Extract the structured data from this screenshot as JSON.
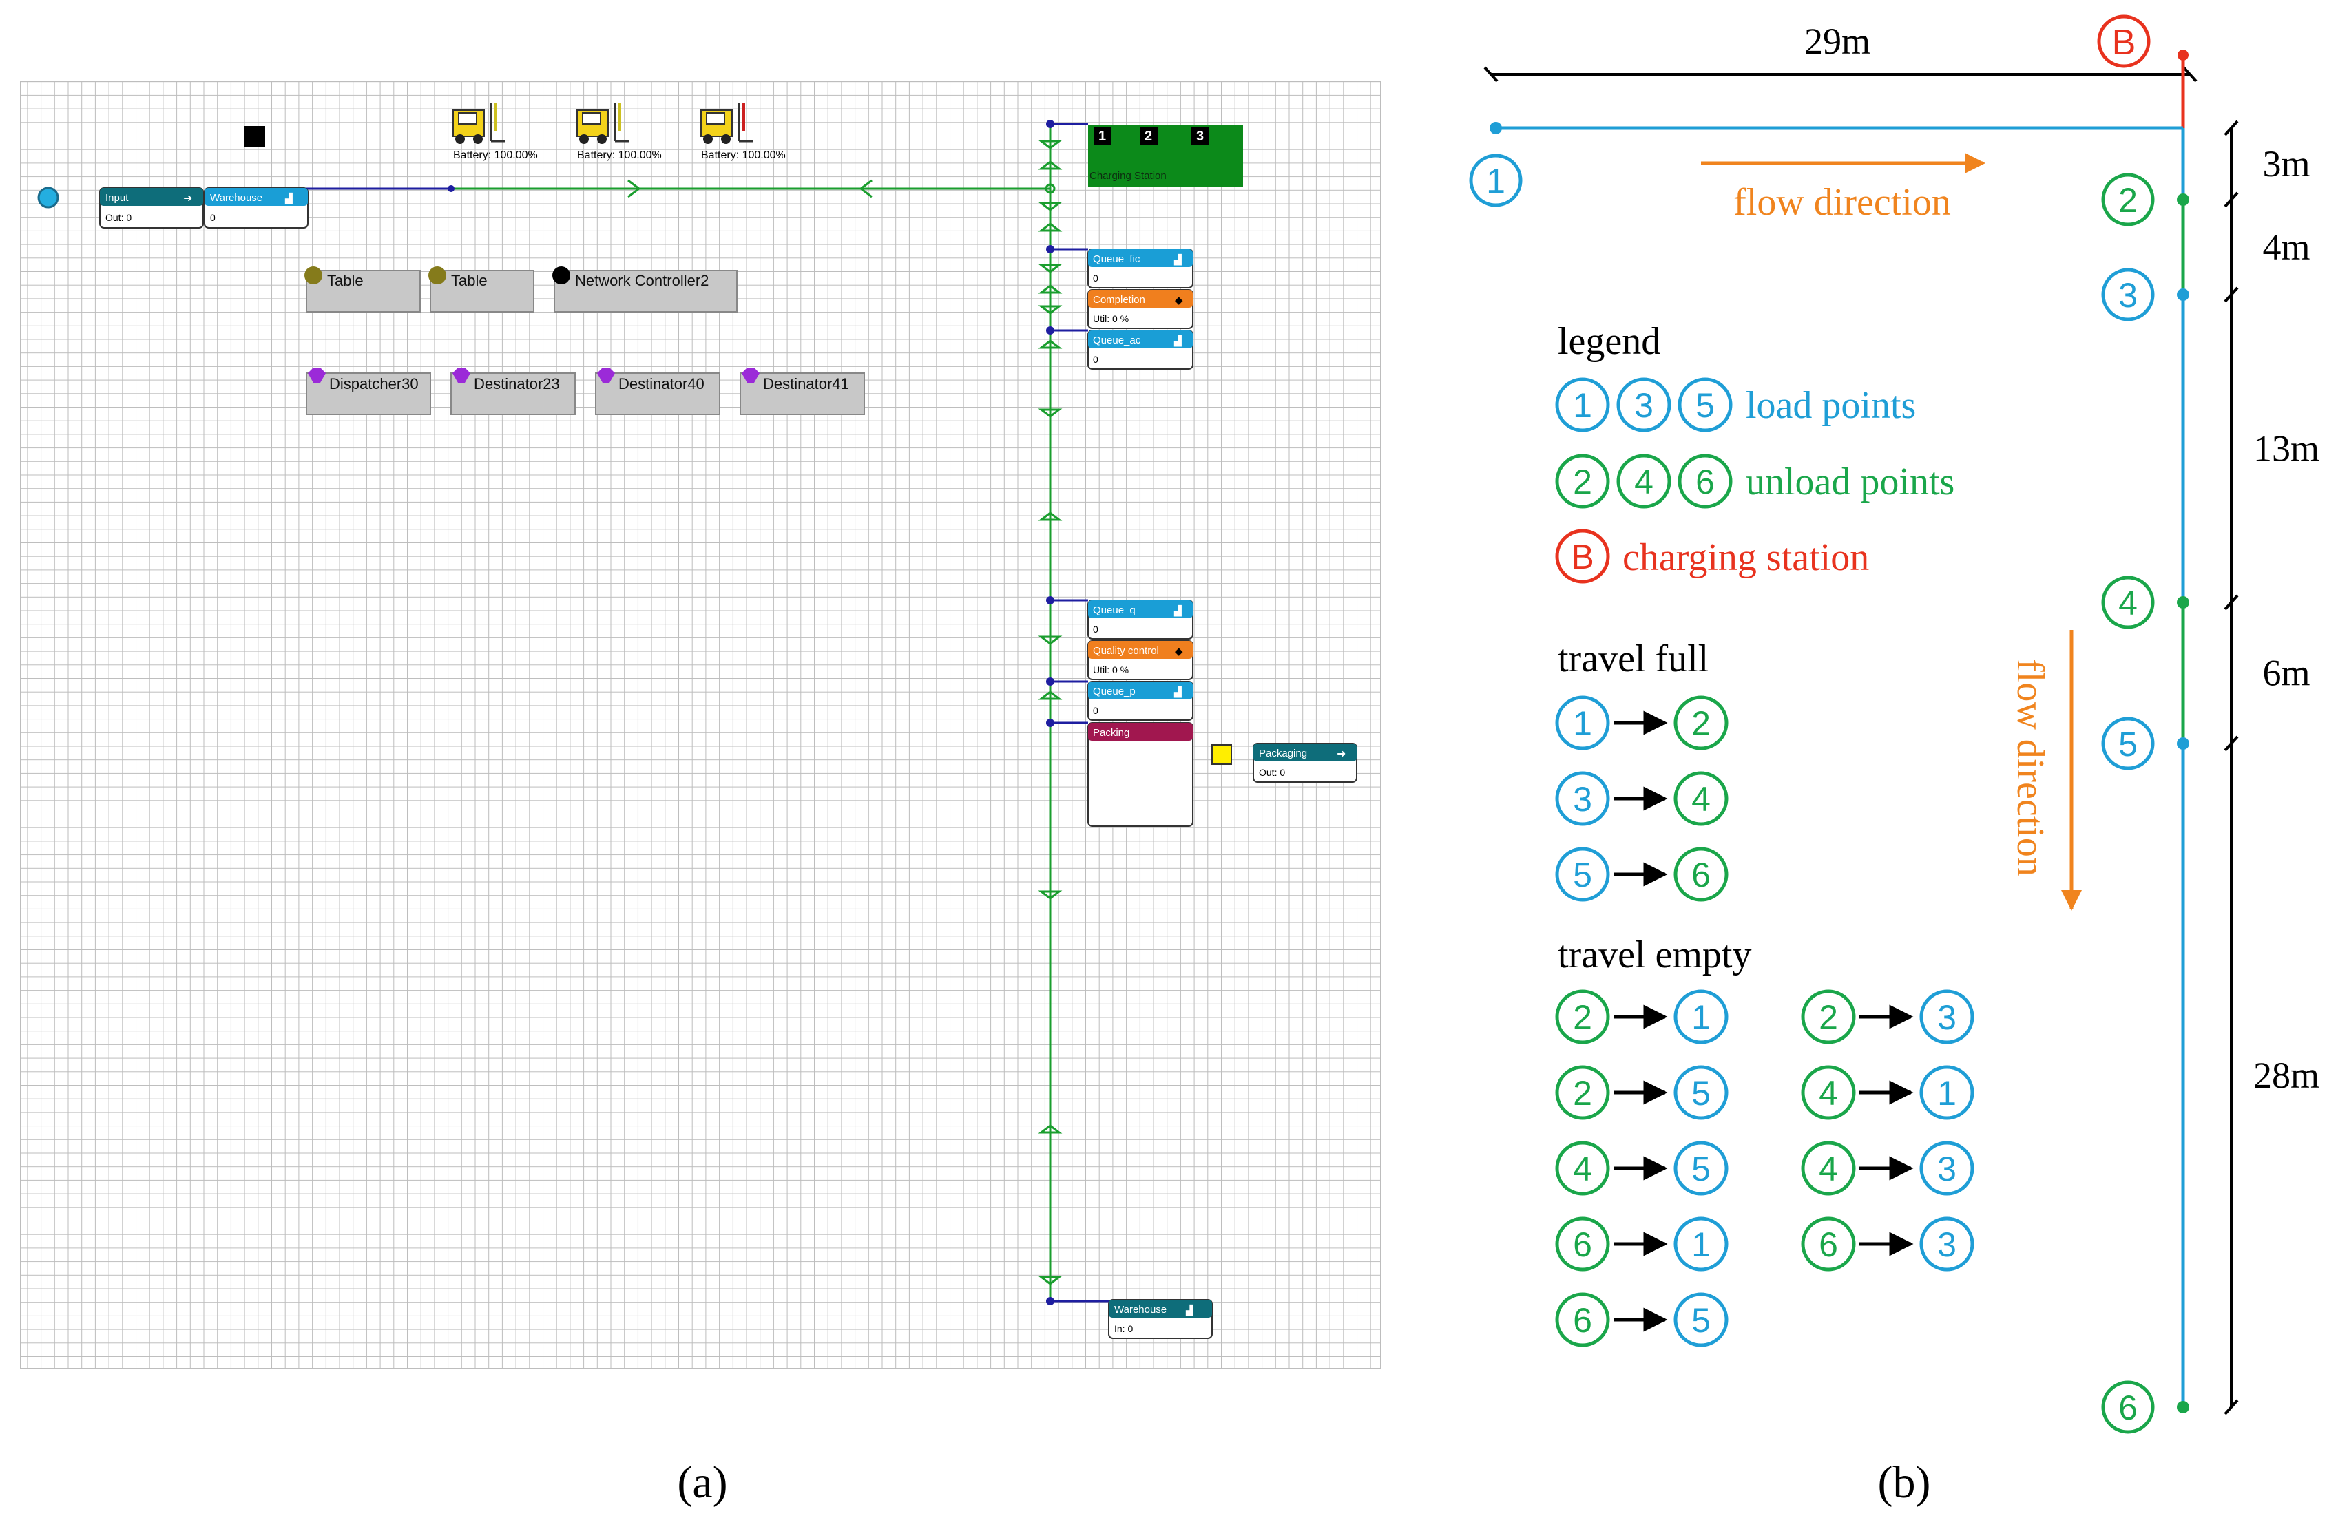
{
  "panel_a": {
    "caption": "(a)",
    "forklifts": [
      {
        "battery": "Battery: 100.00%",
        "color": "#ccc020"
      },
      {
        "battery": "Battery: 100.00%",
        "color": "#ccc020"
      },
      {
        "battery": "Battery: 100.00%",
        "color": "#cc2020"
      }
    ],
    "input_node": {
      "title": "Input",
      "value": "Out: 0"
    },
    "warehouse_in_node": {
      "title": "Warehouse",
      "value": "0"
    },
    "charging_station": {
      "slots": [
        "1",
        "2",
        "3"
      ],
      "label": "Charging Station"
    },
    "tools_row1": [
      {
        "label": "Table",
        "dot": "#857b1b"
      },
      {
        "label": "Table",
        "dot": "#857b1b"
      },
      {
        "label": "Network Controller2",
        "dot": "#000000"
      }
    ],
    "tools_row2": [
      {
        "label": "Dispatcher30",
        "dot": "#9b2ad8"
      },
      {
        "label": "Destinator23",
        "dot": "#9b2ad8"
      },
      {
        "label": "Destinator40",
        "dot": "#9b2ad8"
      },
      {
        "label": "Destinator41",
        "dot": "#9b2ad8"
      }
    ],
    "stations": [
      {
        "title": "Queue_fic",
        "value": "0",
        "kind": "queue"
      },
      {
        "title": "Completion",
        "value": "Util: 0 %",
        "kind": "process"
      },
      {
        "title": "Queue_ac",
        "value": "0",
        "kind": "queue"
      },
      {
        "title": "Queue_q",
        "value": "0",
        "kind": "queue"
      },
      {
        "title": "Quality control",
        "value": "Util: 0 %",
        "kind": "process"
      },
      {
        "title": "Queue_p",
        "value": "0",
        "kind": "queue"
      },
      {
        "title": "Packing",
        "value": "",
        "kind": "packing"
      }
    ],
    "packaging_node": {
      "title": "Packaging",
      "value": "Out: 0"
    },
    "warehouse_out_node": {
      "title": "Warehouse",
      "value": "In: 0"
    }
  },
  "panel_b": {
    "caption": "(b)",
    "top_distance": "29m",
    "charging_marker": "B",
    "flow_direction_top": "flow direction",
    "flow_direction_side": "flow direction",
    "points": [
      {
        "id": "1",
        "type": "load"
      },
      {
        "id": "2",
        "type": "unload"
      },
      {
        "id": "3",
        "type": "load"
      },
      {
        "id": "4",
        "type": "unload"
      },
      {
        "id": "5",
        "type": "load"
      },
      {
        "id": "6",
        "type": "unload"
      }
    ],
    "segment_distances": [
      "3m",
      "4m",
      "13m",
      "6m",
      "28m"
    ],
    "legend": {
      "title": "legend",
      "load": {
        "ids": [
          "1",
          "3",
          "5"
        ],
        "text": "load points"
      },
      "unload": {
        "ids": [
          "2",
          "4",
          "6"
        ],
        "text": "unload points"
      },
      "charging": {
        "id": "B",
        "text": "charging station"
      }
    },
    "travel_full": {
      "title": "travel full",
      "pairs": [
        [
          "1",
          "2"
        ],
        [
          "3",
          "4"
        ],
        [
          "5",
          "6"
        ]
      ]
    },
    "travel_empty": {
      "title": "travel empty",
      "pairs": [
        [
          "2",
          "1"
        ],
        [
          "2",
          "3"
        ],
        [
          "2",
          "5"
        ],
        [
          "4",
          "1"
        ],
        [
          "4",
          "3"
        ],
        [
          "4",
          "5"
        ],
        [
          "6",
          "1"
        ],
        [
          "6",
          "3"
        ],
        [
          "6",
          "5"
        ]
      ]
    },
    "colors": {
      "load": "#1f9ed6",
      "unload": "#1aa64a",
      "charging": "#e8321e",
      "flow": "#f0841e",
      "line": "#000000"
    }
  }
}
